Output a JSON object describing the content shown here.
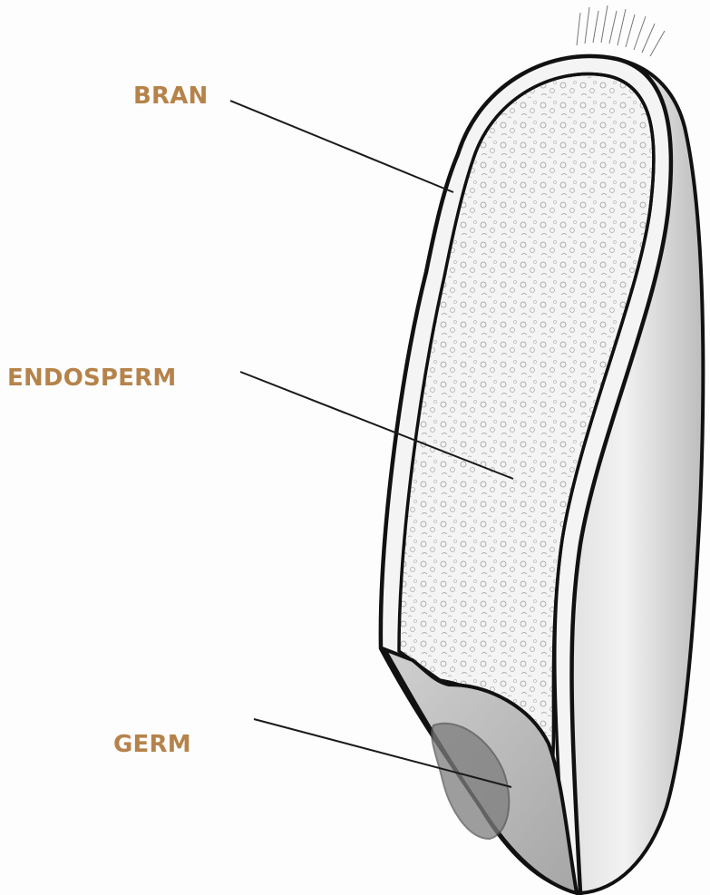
{
  "labels": {
    "bran": "BRAN",
    "endosperm": "ENDOSPERM",
    "germ": "GERM"
  },
  "colors": {
    "label_text": "#B5834A",
    "outline": "#111111",
    "leader_line": "#1a1a1a",
    "background": "#fdfdfd"
  }
}
